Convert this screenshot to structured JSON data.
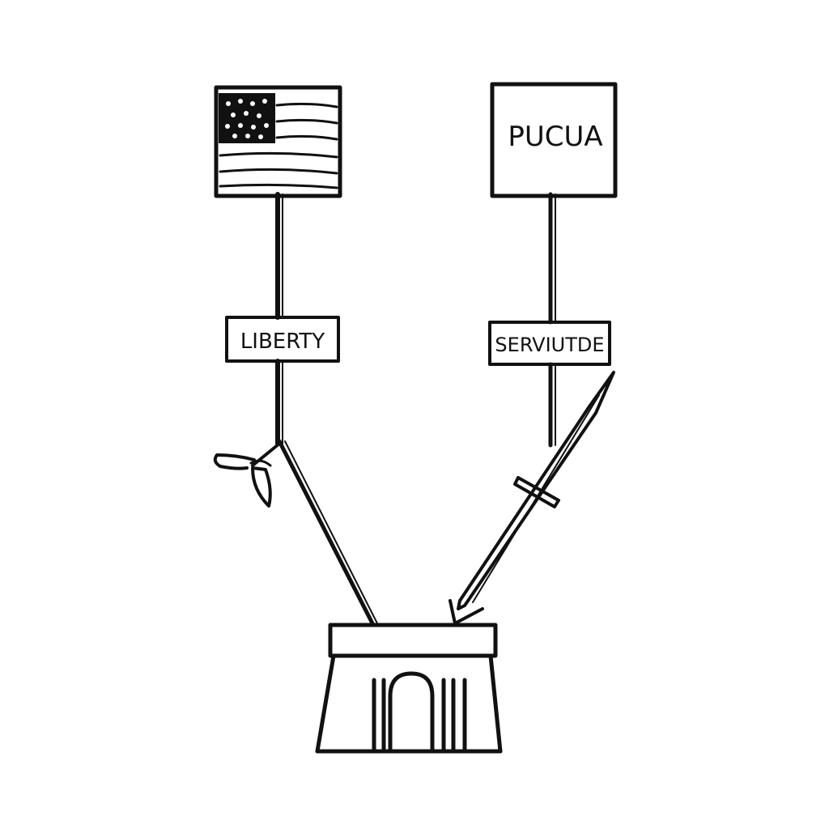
{
  "signs": {
    "right_sign_text": "PUCUA",
    "left_label": "LIBERTY",
    "right_label": "SERVIUTDE"
  },
  "icons": {
    "flag": "american-flag-icon",
    "axe": "axe-icon",
    "sword": "sword-icon",
    "building": "pedestal-building-icon"
  },
  "colors": {
    "ink": "#111111",
    "paper": "#ffffff"
  }
}
